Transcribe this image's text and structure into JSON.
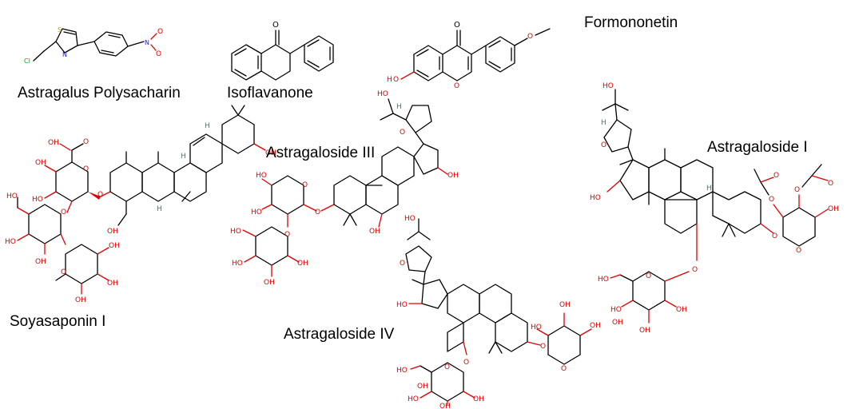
{
  "compounds": [
    {
      "id": "astragalus-polysacharin",
      "name": "Astragalus Polysacharin"
    },
    {
      "id": "isoflavanone",
      "name": "Isoflavanone"
    },
    {
      "id": "formononetin",
      "name": "Formononetin"
    },
    {
      "id": "soyasaponin-i",
      "name": "Soyasaponin I"
    },
    {
      "id": "astragaloside-iii",
      "name": "Astragaloside III"
    },
    {
      "id": "astragaloside-iv",
      "name": "Astragaloside IV"
    },
    {
      "id": "astragaloside-i",
      "name": "Astragaloside I"
    }
  ],
  "atom_labels": {
    "O": "O",
    "OH": "OH",
    "HO": "HO",
    "H": "H",
    "N": "N",
    "S": "S",
    "Cl": "Cl",
    "N_plus": "N+",
    "O_minus": "O-"
  }
}
